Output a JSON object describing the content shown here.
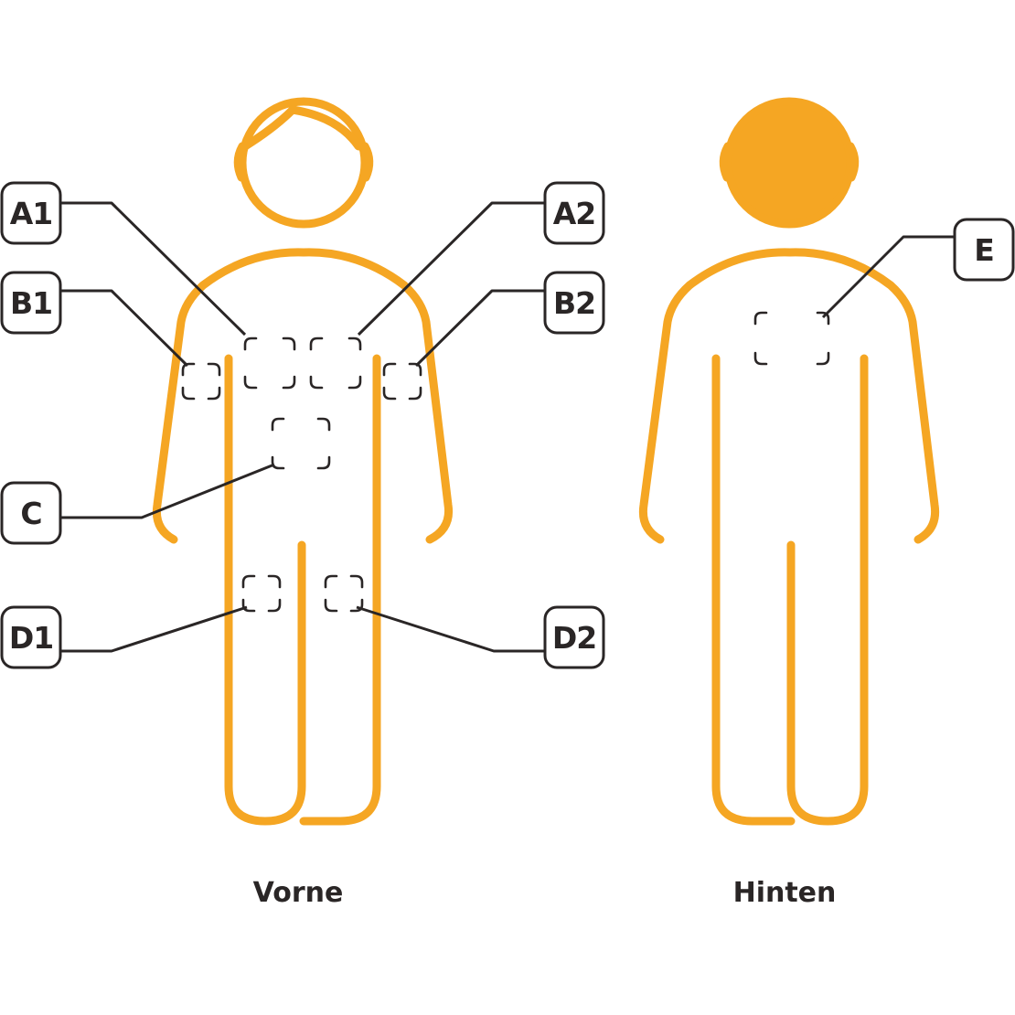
{
  "colors": {
    "figure": "#F5A623",
    "ink": "#2A2626",
    "background": "#FFFFFF"
  },
  "views": {
    "front_caption": "Vorne",
    "back_caption": "Hinten"
  },
  "labels": {
    "a1": "A1",
    "a2": "A2",
    "b1": "B1",
    "b2": "B2",
    "c": "C",
    "d1": "D1",
    "d2": "D2",
    "e": "E"
  }
}
